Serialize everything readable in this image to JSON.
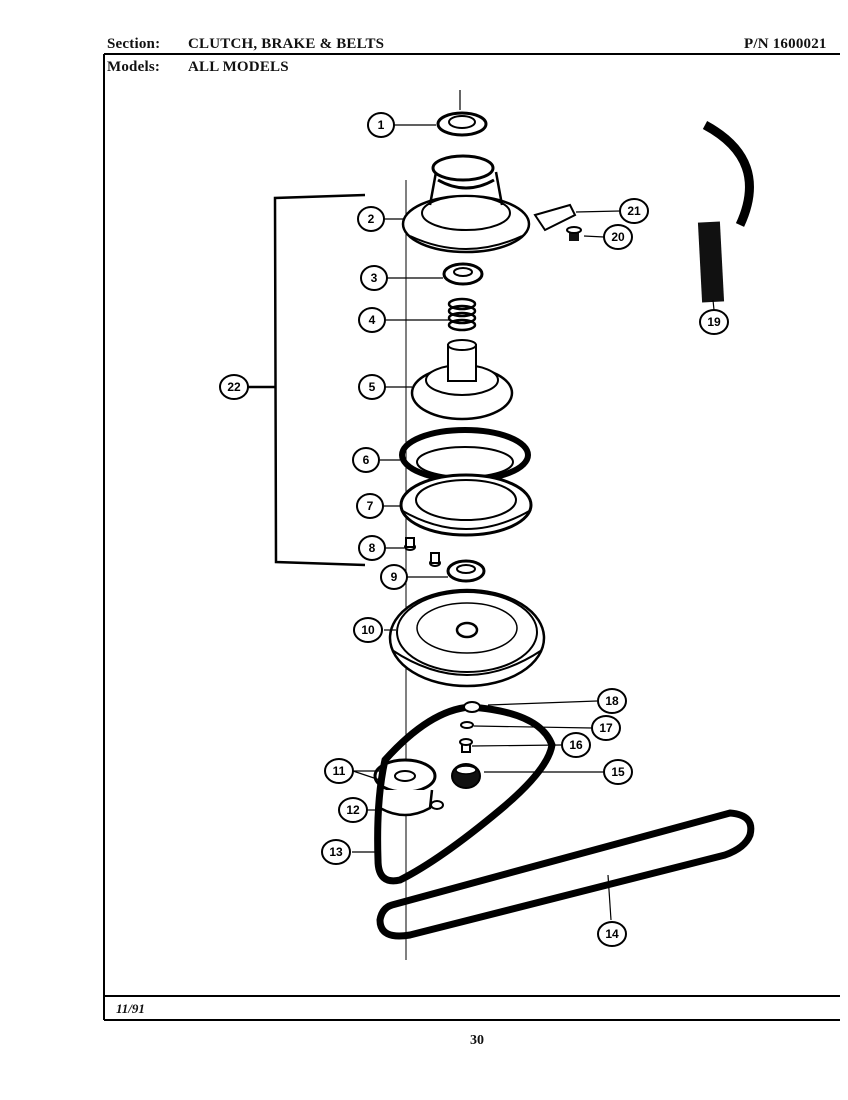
{
  "header": {
    "section_label": "Section:",
    "section_value": "CLUTCH, BRAKE & BELTS",
    "part_number": "P/N 1600021",
    "models_label": "Models:",
    "models_value": "ALL MODELS"
  },
  "callouts": [
    "1",
    "2",
    "3",
    "4",
    "5",
    "6",
    "7",
    "8",
    "9",
    "10",
    "11",
    "12",
    "13",
    "14",
    "15",
    "16",
    "17",
    "18",
    "19",
    "20",
    "21",
    "22"
  ],
  "footer": {
    "date": "11/91",
    "page": "30"
  }
}
